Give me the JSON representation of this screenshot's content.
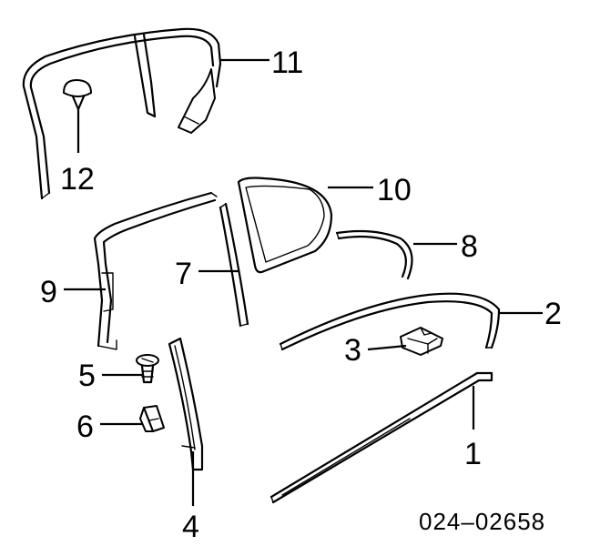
{
  "diagram": {
    "callouts": [
      {
        "id": "c1",
        "label": "1"
      },
      {
        "id": "c2",
        "label": "2"
      },
      {
        "id": "c3",
        "label": "3"
      },
      {
        "id": "c4",
        "label": "4"
      },
      {
        "id": "c5",
        "label": "5"
      },
      {
        "id": "c6",
        "label": "6"
      },
      {
        "id": "c7",
        "label": "7"
      },
      {
        "id": "c8",
        "label": "8"
      },
      {
        "id": "c9",
        "label": "9"
      },
      {
        "id": "c10",
        "label": "10"
      },
      {
        "id": "c11",
        "label": "11"
      },
      {
        "id": "c12",
        "label": "12"
      }
    ],
    "reference_code": "024–02658"
  }
}
